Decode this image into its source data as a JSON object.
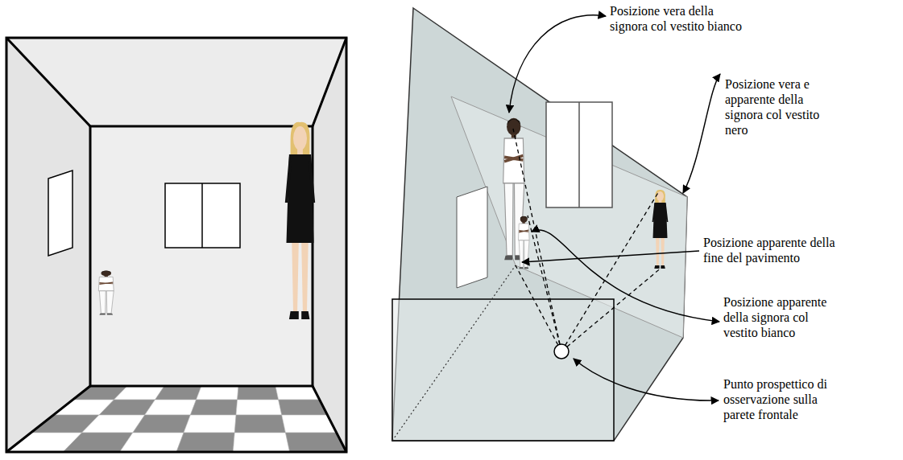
{
  "diagram": {
    "labels": [
      "Posizione vera della signora col vestito bianco",
      "Posizione vera e apparente della signora col vestito nero",
      "Posizione apparente della fine del pavimento",
      "Posizione apparente della signora col vestito bianco",
      "Punto prospettico di osservazione sulla parete frontale"
    ]
  }
}
